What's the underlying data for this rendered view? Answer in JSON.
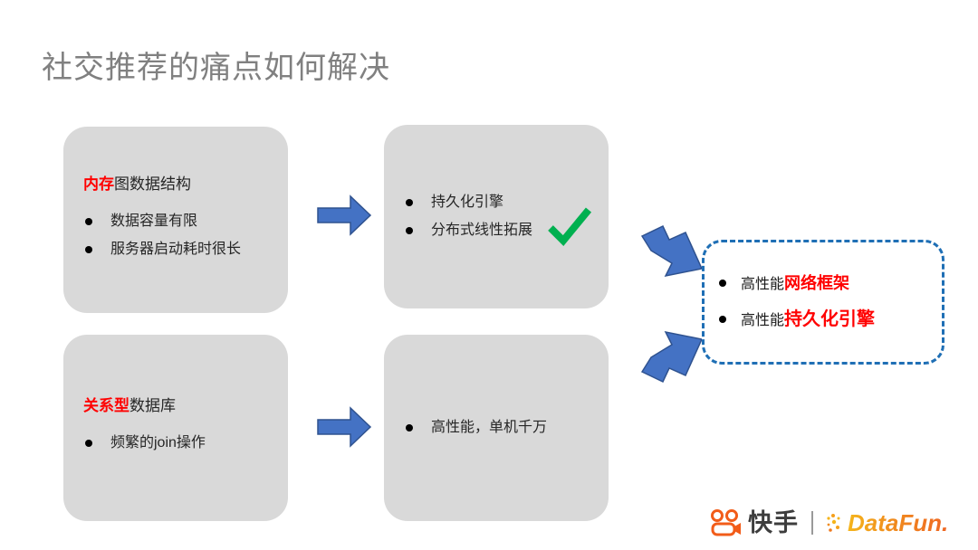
{
  "slide": {
    "title": "社交推荐的痛点如何解决",
    "background_color": "#ffffff",
    "box_color": "#d9d9d9",
    "accent_red": "#ff0000",
    "accent_blue": "#4472c4",
    "accent_green": "#00b050",
    "dashed_border_color": "#1f6fb5"
  },
  "boxes": {
    "memory": {
      "heading_highlight": "内存",
      "heading_rest": "图数据结构",
      "bullets": [
        "数据容量有限",
        "服务器启动耗时很长"
      ]
    },
    "persistence": {
      "bullets": [
        "持久化引擎",
        "分布式线性拓展"
      ],
      "check_icon": "green-check-icon"
    },
    "relational": {
      "heading_highlight": "关系型",
      "heading_rest": "数据库",
      "bullets": [
        "频繁的join操作"
      ]
    },
    "performance": {
      "bullets": [
        "高性能，单机千万"
      ]
    },
    "result": {
      "bullets": [
        {
          "plain": "高性能",
          "highlight": "网络框架"
        },
        {
          "plain": "高性能",
          "highlight": "持久化引擎"
        }
      ]
    }
  },
  "arrows": {
    "top_horizontal": "right-arrow-icon",
    "bottom_horizontal": "right-arrow-icon",
    "upper_diagonal": "down-right-arrow-icon",
    "lower_diagonal": "up-right-arrow-icon"
  },
  "footer": {
    "kuaishou_label": "快手",
    "datafun_label": "DataFun.",
    "divider": "|"
  }
}
